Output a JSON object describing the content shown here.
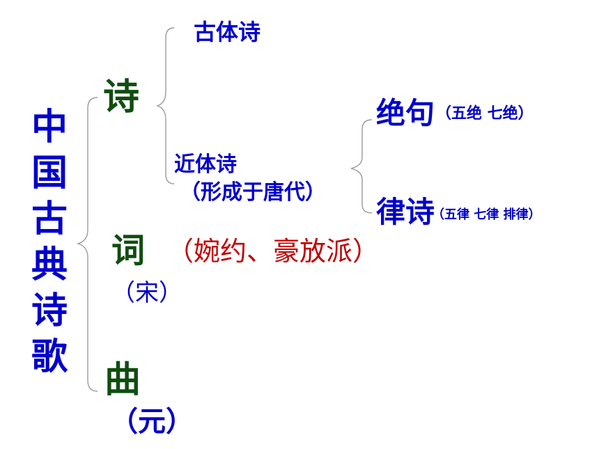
{
  "root": {
    "chars": [
      "中",
      "国",
      "古",
      "典",
      "诗",
      "歌"
    ]
  },
  "branches": {
    "shi": {
      "label": "诗",
      "guti": "古体诗",
      "jinti": "近体诗",
      "jinti_note": "（形成于唐代）",
      "jueju": "绝句",
      "jueju_note": "（五绝  七绝）",
      "lvshi": "律诗",
      "lvshi_note": "（五律  七律   排律）"
    },
    "ci": {
      "label": "词",
      "styles": "（婉约、豪放派）",
      "era": "（宋）"
    },
    "qu": {
      "label": "曲",
      "era": "（元）"
    }
  },
  "colors": {
    "blue": "#0000cc",
    "green": "#0f4d0f",
    "red": "#c00000"
  }
}
